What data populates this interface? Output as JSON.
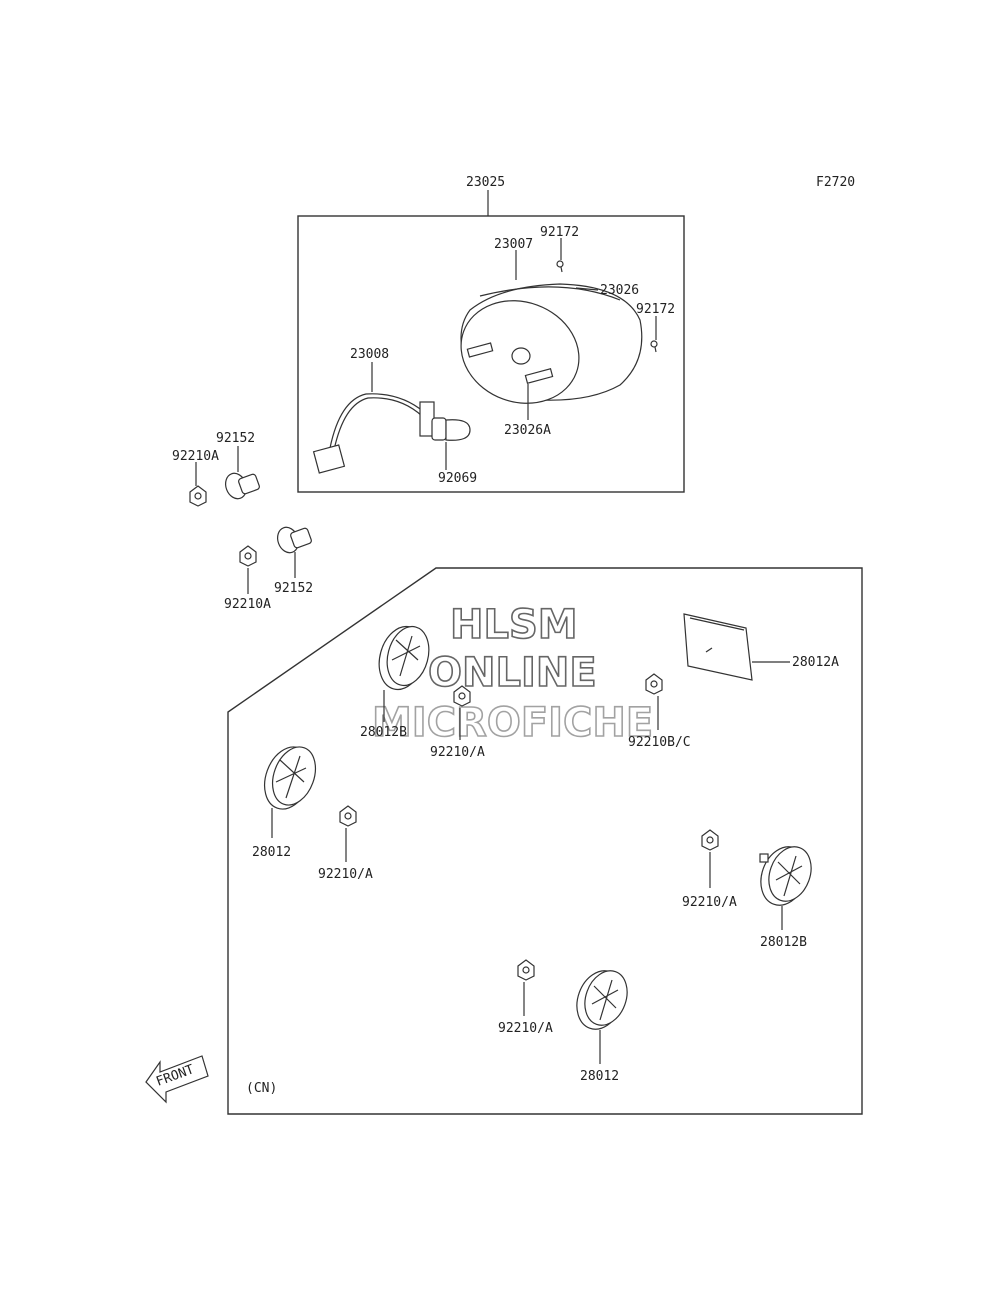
{
  "figure_code": "F2720",
  "region_note": "(CN)",
  "direction_arrow": "FRONT",
  "watermark": [
    "HLSM",
    "ONLINE",
    "MICROFICHE"
  ],
  "labels": {
    "l23025": "23025",
    "l92172a": "92172",
    "l23007": "23007",
    "l23026": "23026",
    "l92172b": "92172",
    "l23008": "23008",
    "l23026A": "23026A",
    "l92069": "92069",
    "l92152a": "92152",
    "l92210Aa": "92210A",
    "l92152b": "92152",
    "l92210Ab": "92210A",
    "l28012A": "28012A",
    "l28012Ba": "28012B",
    "l92210Aslash_a": "92210/A",
    "l92210BC": "92210B/C",
    "l28012a": "28012",
    "l92210Aslash_b": "92210/A",
    "l92210Aslash_c": "92210/A",
    "l28012Bb": "28012B",
    "l92210Aslash_d": "92210/A",
    "l28012b": "28012"
  }
}
